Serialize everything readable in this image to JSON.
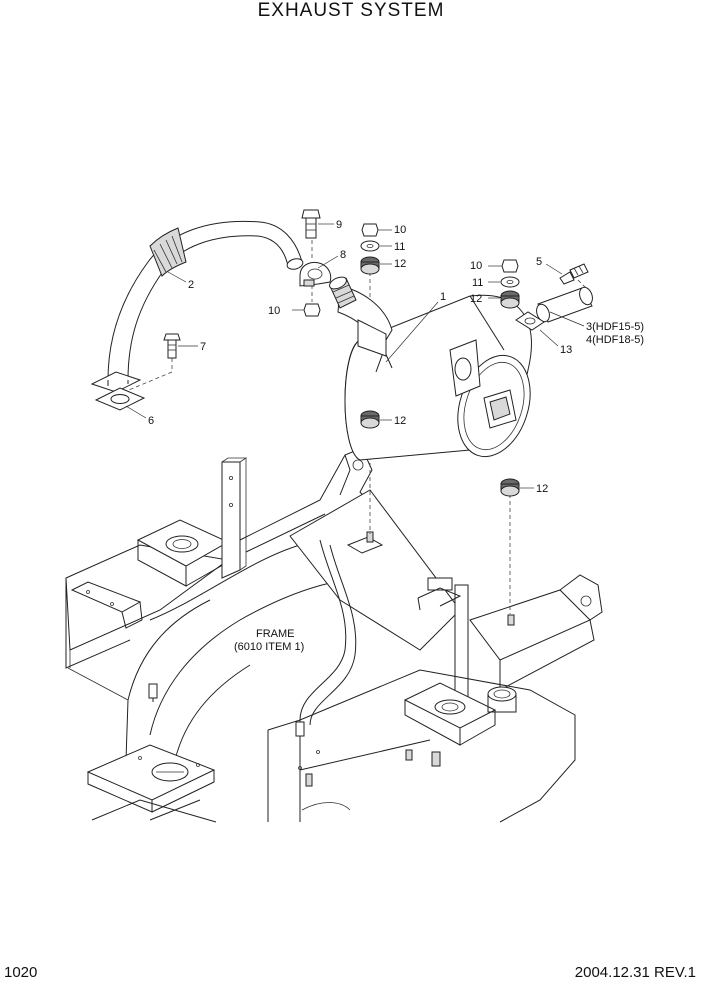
{
  "title": "EXHAUST SYSTEM",
  "page_number": "1020",
  "revision": "2004.12.31  REV.1",
  "frame_label": {
    "line1": "FRAME",
    "line2": "(6010 ITEM 1)"
  },
  "callouts": {
    "c1": "1",
    "c2": "2",
    "c3": "3(HDF15-5)",
    "c4": "4(HDF18-5)",
    "c5": "5",
    "c6": "6",
    "c7": "7",
    "c8": "8",
    "c9": "9",
    "c10a": "10",
    "c10b": "10",
    "c10c": "10",
    "c11a": "11",
    "c11b": "11",
    "c12a": "12",
    "c12b": "12",
    "c12c": "12",
    "c12d": "12",
    "c13": "13"
  }
}
